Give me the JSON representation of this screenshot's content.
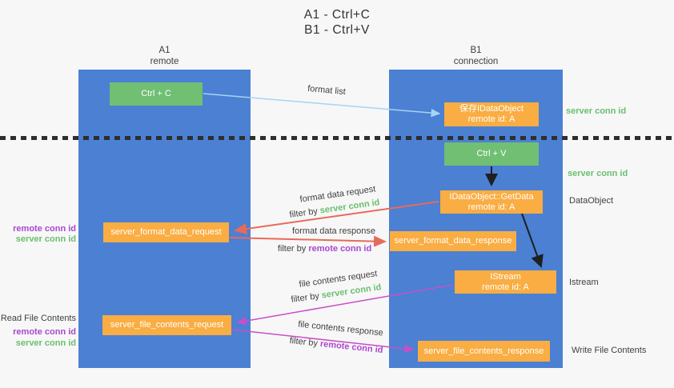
{
  "title": {
    "line1": "A1 - Ctrl+C",
    "line2": "B1 - Ctrl+V"
  },
  "lanes": {
    "left": {
      "name": "A1",
      "role": "remote"
    },
    "right": {
      "name": "B1",
      "role": "connection"
    }
  },
  "nodes": {
    "ctrl_c": {
      "label": "Ctrl + C"
    },
    "ctrl_v": {
      "label": "Ctrl + V"
    },
    "save_dataobject": {
      "line1": "保存IDataObject",
      "line2": "remote id: A"
    },
    "getdata": {
      "line1": "IDataObject::GetData",
      "line2": "remote id: A"
    },
    "istream": {
      "line1": "IStream",
      "line2": "remote id: A"
    },
    "format_request": {
      "label": "server_format_data_request"
    },
    "format_response": {
      "label": "server_format_data_response"
    },
    "file_request": {
      "label": "server_file_contents_request"
    },
    "file_response": {
      "label": "server_file_contents_response"
    }
  },
  "edges": {
    "format_list": {
      "label": "format list"
    },
    "format_request": {
      "label": "format data request",
      "filter_prefix": "filter by ",
      "filter_key": "server conn id"
    },
    "format_response": {
      "label": "format data response",
      "filter_prefix": "filter by ",
      "filter_key": "remote conn id"
    },
    "file_request": {
      "label": "file contents request",
      "filter_prefix": "filter by ",
      "filter_key": "server conn id"
    },
    "file_response": {
      "label": "file contents response",
      "filter_prefix": "filter by ",
      "filter_key": "remote conn id"
    }
  },
  "annotations": {
    "server_conn_top": "server conn id",
    "server_conn_mid": "server conn id",
    "dataobject": "DataObject",
    "istream": "Istream",
    "write_file": "Write File Contents",
    "read_file": "Read File Contents",
    "format_remote_conn": "remote conn id",
    "format_server_conn": "server conn id",
    "file_remote_conn": "remote conn id",
    "file_server_conn": "server conn id"
  },
  "colors": {
    "lane_blue": "#4b80d3",
    "node_green": "#70bf73",
    "node_orange": "#f9ad42",
    "arrow_light_blue": "#a6d4f2",
    "arrow_red": "#e86a5a",
    "arrow_magenta": "#ca4ec9",
    "arrow_black": "#1f1f1f",
    "text_green": "#6abf6e",
    "text_purple": "#ab47cf",
    "text_dark": "#3f3f3f",
    "background": "#f7f7f7"
  }
}
